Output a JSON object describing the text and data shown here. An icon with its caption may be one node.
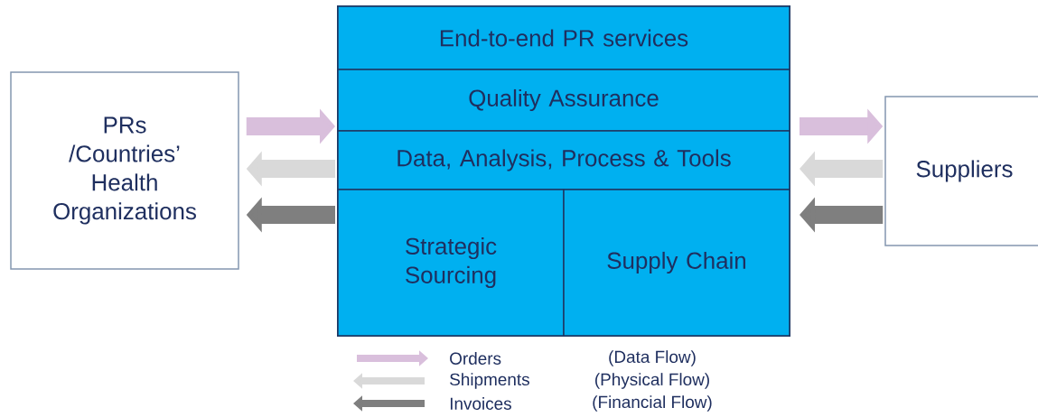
{
  "diagram": {
    "nodes": [
      {
        "text": [
          "PRs /Countries’ Health Organizations"
        ]
      },
      {
        "text": [],
        "shape": "box"
      },
      {
        "text": [
          "End-to-end PR services"
        ],
        "in": 1
      },
      {
        "text": [
          "Quality Assurance"
        ],
        "in": 1
      },
      {
        "text": [
          "Data, Analysis, Process & Tools"
        ],
        "in": 1
      },
      {
        "text": [
          "Strategic Sourcing"
        ],
        "in": 1
      },
      {
        "text": [
          "Supply Chain"
        ],
        "in": 1
      },
      {
        "text": [
          "Suppliers"
        ]
      }
    ],
    "edges": [
      {
        "from": 0,
        "to": 1,
        "arrow": "to",
        "color": "#d9bfdc"
      },
      {
        "from": 1,
        "to": 0,
        "arrow": "to",
        "color": "#d9d9d9"
      },
      {
        "from": 1,
        "to": 0,
        "arrow": "to",
        "color": "#7f7f7f"
      },
      {
        "from": 1,
        "to": 7,
        "arrow": "to",
        "color": "#d9bfdc"
      },
      {
        "from": 7,
        "to": 1,
        "arrow": "to",
        "color": "#d9d9d9"
      },
      {
        "from": 7,
        "to": 1,
        "arrow": "to",
        "color": "#7f7f7f"
      }
    ],
    "labels": [
      "(Data Flow)",
      "(Physical Flow)",
      "(Financial Flow)"
    ],
    "legend": [
      {
        "text": "Orders",
        "color": "#d9bfdc"
      },
      {
        "text": "Shipments",
        "color": "#d9d9d9"
      },
      {
        "text": "Invoices",
        "color": "#7f7f7f"
      }
    ]
  }
}
